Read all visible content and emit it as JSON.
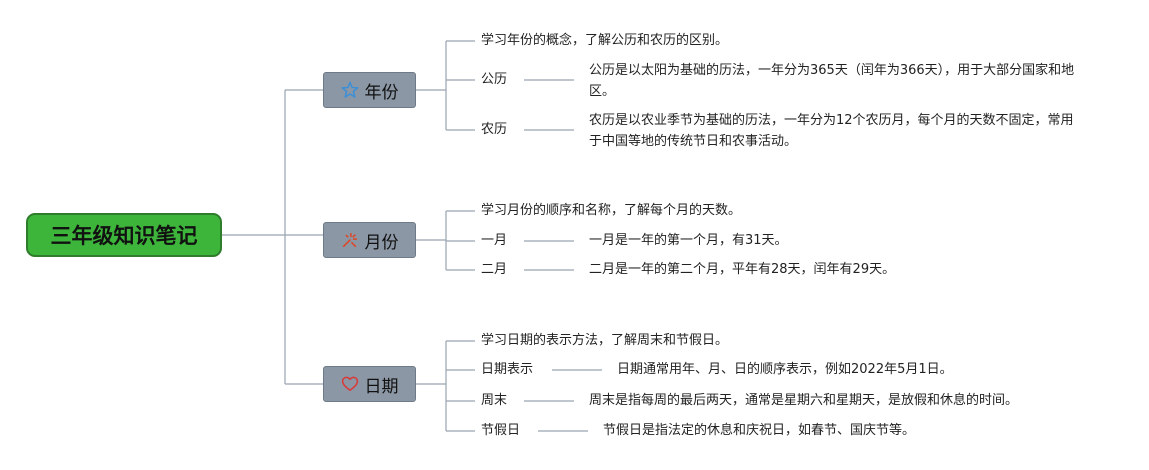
{
  "root": {
    "title": "三年级知识笔记"
  },
  "topics": [
    {
      "label": "年份",
      "icon": "star-icon",
      "intro": "学习年份的概念，了解公历和农历的区别。",
      "items": [
        {
          "term": "公历",
          "desc": "公历是以太阳为基础的历法，一年分为365天（闰年为366天），用于大部分国家和地区。"
        },
        {
          "term": "农历",
          "desc": "农历是以农业季节为基础的历法，一年分为12个农历月，每个月的天数不固定，常用于中国等地的传统节日和农事活动。"
        }
      ]
    },
    {
      "label": "月份",
      "icon": "fireworks-icon",
      "intro": "学习月份的顺序和名称，了解每个月的天数。",
      "items": [
        {
          "term": "一月",
          "desc": "一月是一年的第一个月，有31天。"
        },
        {
          "term": "二月",
          "desc": "二月是一年的第二个月，平年有28天，闰年有29天。"
        }
      ]
    },
    {
      "label": "日期",
      "icon": "heart-icon",
      "intro": "学习日期的表示方法，了解周末和节假日。",
      "items": [
        {
          "term": "日期表示",
          "desc": "日期通常用年、月、日的顺序表示，例如2022年5月1日。"
        },
        {
          "term": "周末",
          "desc": "周末是指每周的最后两天，通常是星期六和星期天，是放假和休息的时间。"
        },
        {
          "term": "节假日",
          "desc": "节假日是指法定的休息和庆祝日，如春节、国庆节等。"
        }
      ]
    }
  ],
  "colors": {
    "root_fill": "#3db53a",
    "branch_fill": "#8c97a5",
    "line": "#9aa4b1",
    "star": "#3a8fd8",
    "fireworks": "#d84a2a",
    "heart": "#d83a3a"
  }
}
